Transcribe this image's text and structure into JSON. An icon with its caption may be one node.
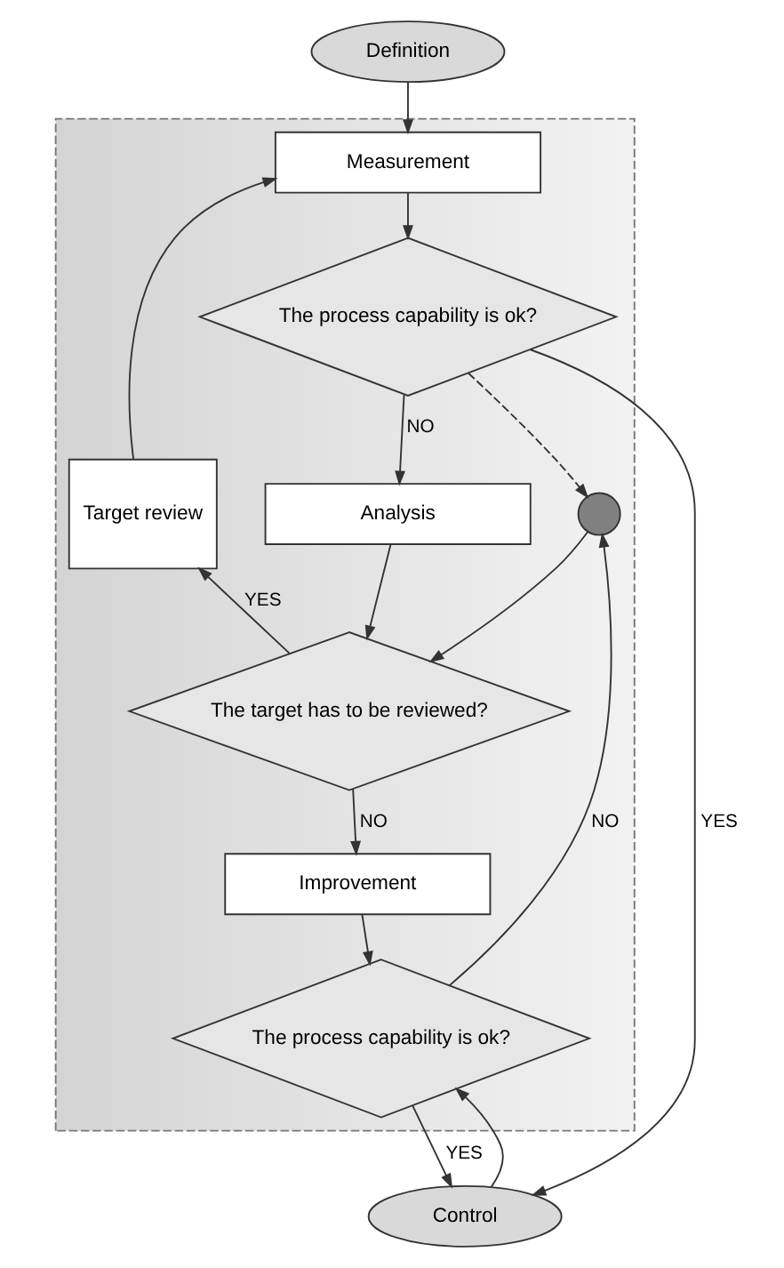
{
  "diagram": {
    "nodes": [
      {
        "text": [
          "Definition"
        ]
      },
      {
        "text": [],
        "shape": "box"
      },
      {
        "text": [
          "Measurement"
        ],
        "in": 1
      },
      {
        "text": [
          "The process capability is ok?"
        ],
        "in": 1
      },
      {
        "text": [
          "Analysis"
        ],
        "in": 1
      },
      {
        "text": [
          "Target review"
        ],
        "in": 1
      },
      {
        "text": [],
        "shape": "circle",
        "in": 1
      },
      {
        "text": [
          "The target has to be reviewed?"
        ],
        "in": 1
      },
      {
        "text": [
          "Improvement"
        ],
        "in": 1
      },
      {
        "text": [
          "The process capability is ok?"
        ],
        "in": 1
      },
      {
        "text": [
          "Control"
        ]
      }
    ],
    "edges": [
      {
        "from": 0,
        "to": 2,
        "arrow": "to"
      },
      {
        "from": 2,
        "to": 3,
        "arrow": "to"
      },
      {
        "from": 3,
        "to": 4,
        "arrow": "to",
        "label": "NO"
      },
      {
        "from": 3,
        "to": 10,
        "arrow": "to",
        "label": "YES"
      },
      {
        "from": 3,
        "to": 6,
        "arrow": "to",
        "style": "dashed"
      },
      {
        "from": 4,
        "to": 7,
        "arrow": "to"
      },
      {
        "from": 7,
        "to": 5,
        "arrow": "to",
        "label": "YES"
      },
      {
        "from": 5,
        "to": 2,
        "arrow": "to"
      },
      {
        "from": 6,
        "to": 7,
        "arrow": "to"
      },
      {
        "from": 7,
        "to": 8,
        "arrow": "to",
        "label": "NO"
      },
      {
        "from": 8,
        "to": 9,
        "arrow": "to"
      },
      {
        "from": 9,
        "to": 6,
        "arrow": "to",
        "label": "NO"
      },
      {
        "from": 9,
        "to": 10,
        "arrow": "to",
        "label": "YES"
      },
      {
        "from": 10,
        "to": 9,
        "arrow": "to"
      }
    ]
  }
}
